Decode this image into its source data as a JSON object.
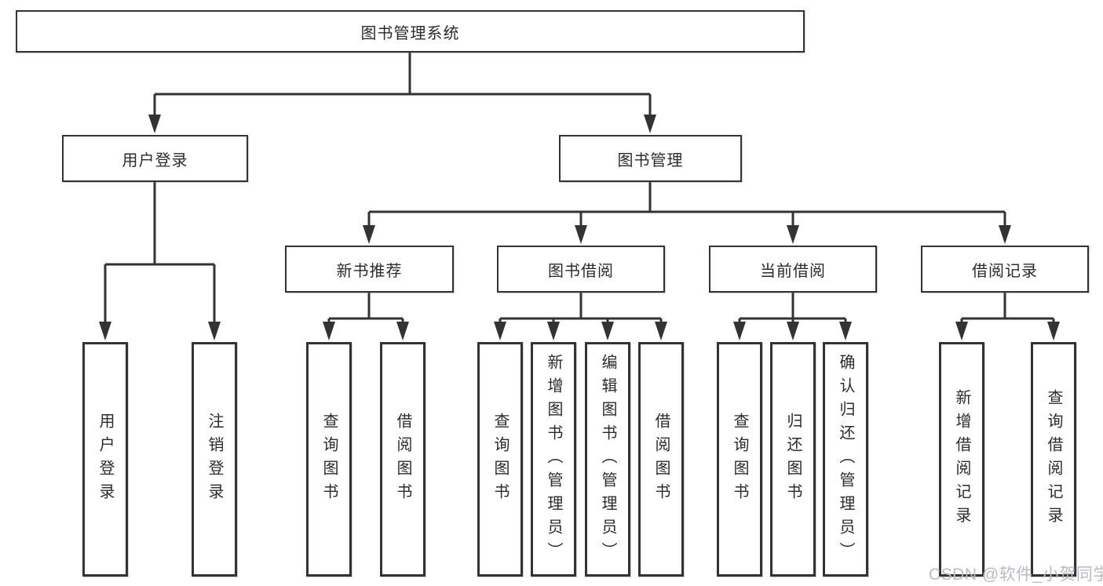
{
  "tree": {
    "root": {
      "label": "图书管理系统"
    },
    "branches": [
      {
        "label": "用户登录",
        "children": [
          {
            "label": "用户登录"
          },
          {
            "label": "注销登录"
          }
        ]
      },
      {
        "label": "图书管理",
        "groups": [
          {
            "label": "新书推荐",
            "children": [
              {
                "label": "查询图书"
              },
              {
                "label": "借阅图书"
              }
            ]
          },
          {
            "label": "图书借阅",
            "children": [
              {
                "label": "查询图书"
              },
              {
                "label": "新增图书（管理员）"
              },
              {
                "label": "编辑图书（管理员）"
              },
              {
                "label": "借阅图书"
              }
            ]
          },
          {
            "label": "当前借阅",
            "children": [
              {
                "label": "查询图书"
              },
              {
                "label": "归还图书"
              },
              {
                "label": "确认归还（管理员）"
              }
            ]
          },
          {
            "label": "借阅记录",
            "children": [
              {
                "label": "新增借阅记录"
              },
              {
                "label": "查询借阅记录"
              }
            ]
          }
        ]
      }
    ]
  },
  "watermark": {
    "text": "CSDN @软件_小贺同学"
  },
  "colors": {
    "line": "#333333",
    "border": "#333333",
    "text": "#2b2b2b",
    "watermark": "#b7bcc3",
    "background": "#ffffff"
  }
}
